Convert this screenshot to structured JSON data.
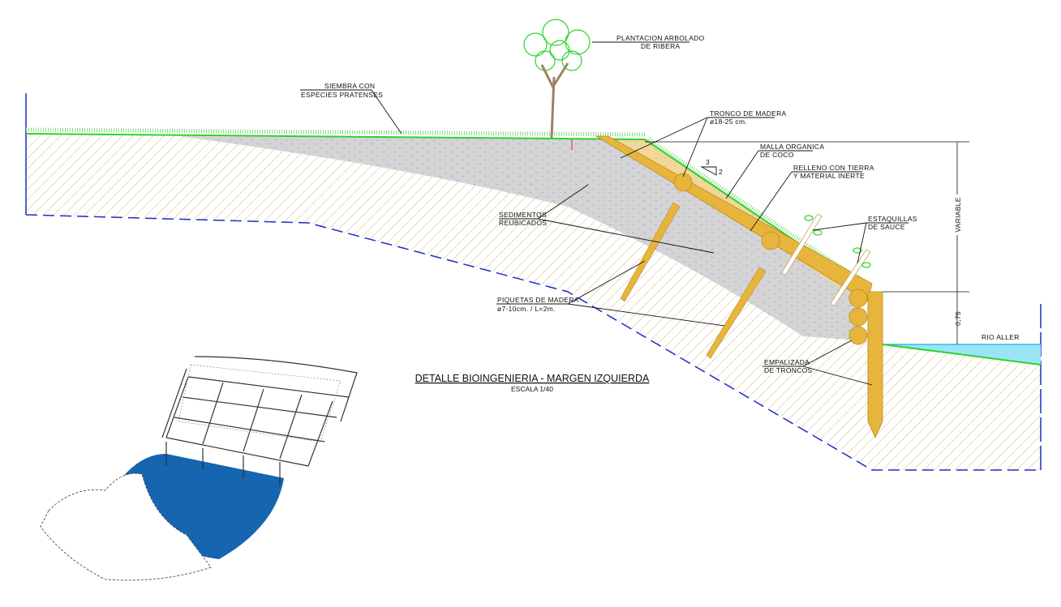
{
  "title": "DETALLE BIOINGENIERIA - MARGEN IZQUIERDA",
  "scale": "ESCALA 1/40",
  "labels": {
    "plantacion": [
      "PLANTACION ARBOLADO",
      "DE RIBERA"
    ],
    "siembra": [
      "SIEMBRA CON",
      "ESPECIES PRATENSES"
    ],
    "tronco": [
      "TRONCO DE MADERA",
      "ø18-25 cm."
    ],
    "malla": [
      "MALLA ORGANICA",
      "DE COCO"
    ],
    "relleno": [
      "RELLENO CON TIERRA",
      "Y MATERIAL INERTE"
    ],
    "estaquillas": [
      "ESTAQUILLAS",
      "DE SAUCE"
    ],
    "sedimentos": [
      "SEDIMENTOS",
      "REUBICADOS"
    ],
    "piquetas": [
      "PIQUETAS DE MADERA",
      "ø7-10cm. / L=2m."
    ],
    "empalizada": [
      "EMPALIZADA",
      "DE TRONCOS"
    ],
    "rio": "RIO ALLER"
  },
  "dimensions": {
    "variable": "VARIABLE",
    "height": "0,75"
  },
  "slope": {
    "run": "3",
    "rise": "2"
  },
  "colors": {
    "wood": "#e8b53c",
    "grass": "#2bd42b",
    "sediment": "#d4d4d6",
    "hatch": "#d8c48e",
    "boundary": "#1a2fc9",
    "water": "#9be4f7",
    "sketch_blue": "#1565b0"
  }
}
